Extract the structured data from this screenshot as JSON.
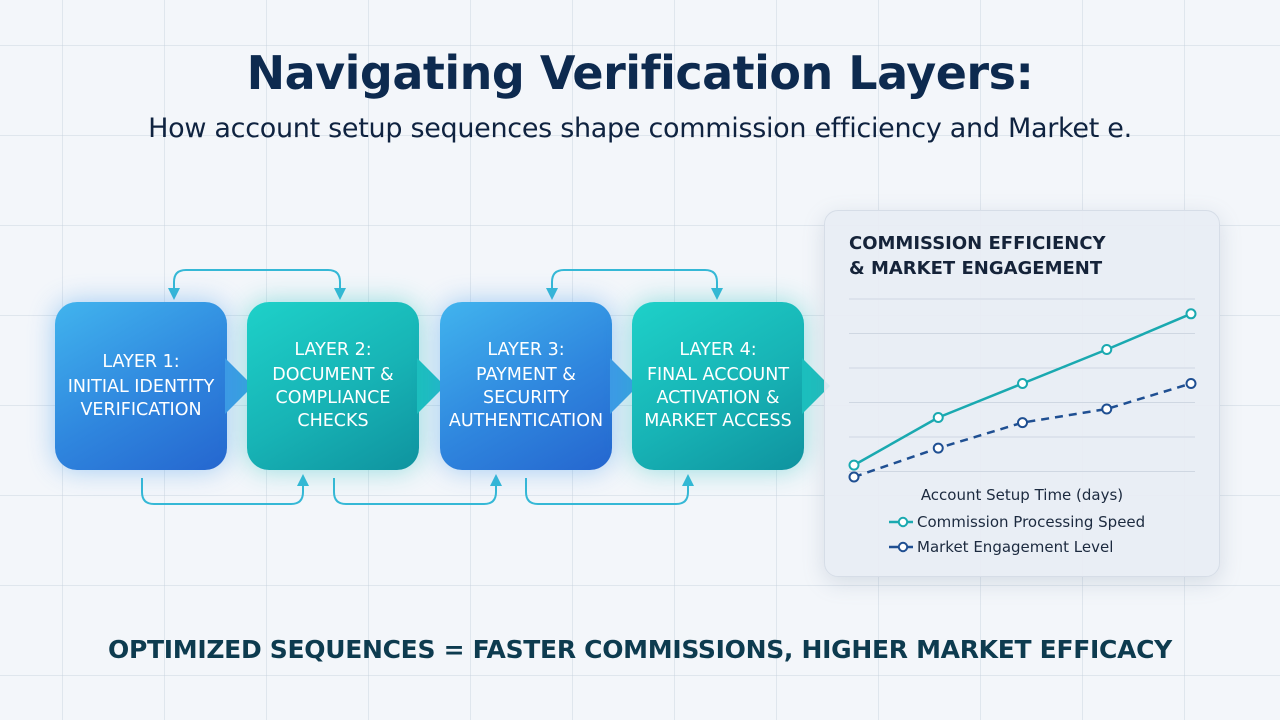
{
  "title": "Navigating Verification Layers:",
  "subtitle": "How account setup sequences shape commission efficiency and Market e.",
  "layers": [
    {
      "head": "LAYER 1:",
      "lines": [
        "INITIAL IDENTITY",
        "VERIFICATION"
      ],
      "color": "#2f86de"
    },
    {
      "head": "LAYER 2:",
      "lines": [
        "DOCUMENT &",
        "COMPLIANCE",
        "CHECKS"
      ],
      "color": "#17b3b5"
    },
    {
      "head": "LAYER 3:",
      "lines": [
        "PAYMENT &",
        "SECURITY",
        "AUTHENTICATION"
      ],
      "color": "#2f86de"
    },
    {
      "head": "LAYER 4:",
      "lines": [
        "FINAL ACCOUNT",
        "ACTIVATION &",
        "MARKET ACCESS"
      ],
      "color": "#17b3b5"
    }
  ],
  "chart_data": {
    "type": "line",
    "title_lines": [
      "COMMISSION EFFICIENCY",
      "& MARKET ENGAGEMENT"
    ],
    "xlabel": "Account Setup Time (days)",
    "x": [
      1,
      2,
      3,
      4,
      5
    ],
    "xlim": [
      1,
      5
    ],
    "ylim": [
      0,
      100
    ],
    "grid": true,
    "legend_position": "bottom",
    "series": [
      {
        "name": "Commission Processing Speed",
        "values": [
          7,
          35,
          55,
          75,
          96
        ],
        "color": "#1aa9b0",
        "dash": false
      },
      {
        "name": "Market Engagement Level",
        "values": [
          0,
          17,
          32,
          40,
          55
        ],
        "color": "#1f4f92",
        "dash": true
      }
    ]
  },
  "footer": "OPTIMIZED SEQUENCES = FASTER COMMISSIONS, HIGHER MARKET EFFICACY"
}
